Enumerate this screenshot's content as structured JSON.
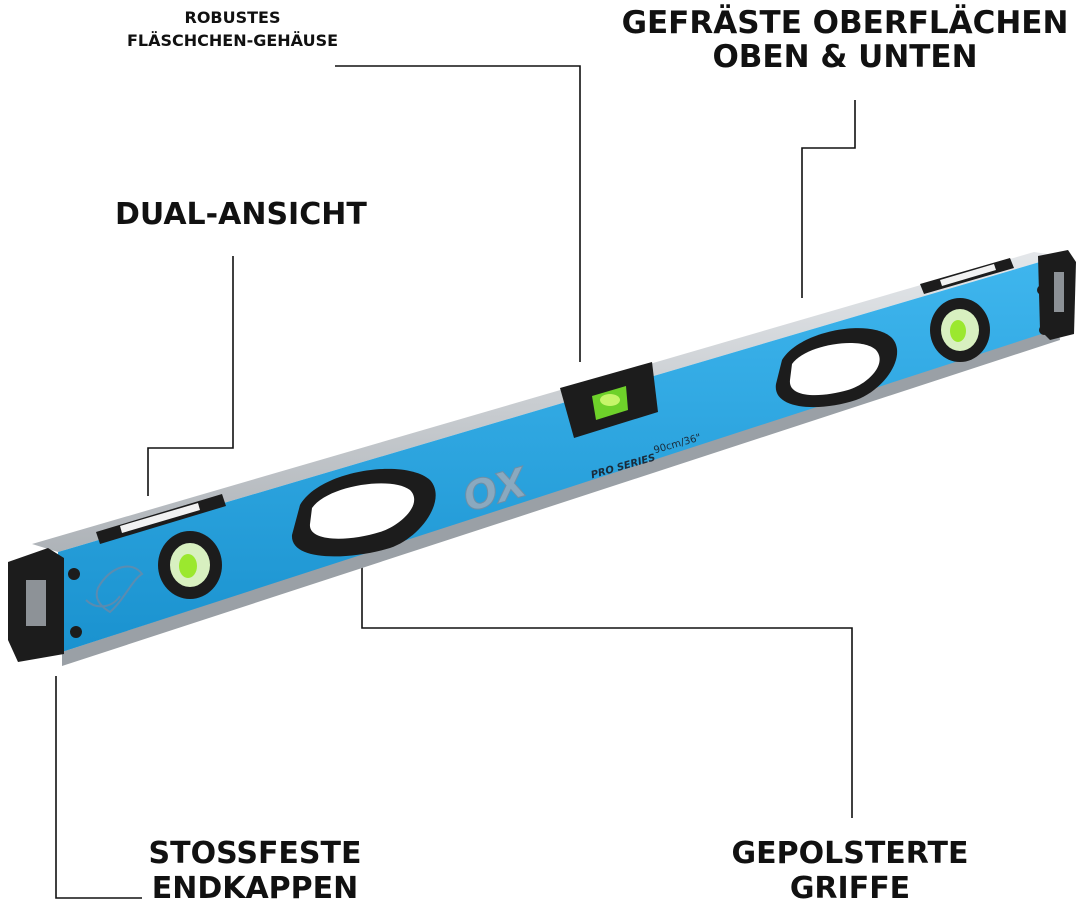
{
  "callouts": {
    "housing": {
      "line1": "ROBUSTES",
      "line2": "FLÄSCHCHEN-GEHÄUSE"
    },
    "surfaces": {
      "line1": "GEFRÄSTE OBERFLÄCHEN",
      "line2": "OBEN & UNTEN"
    },
    "dual_view": {
      "line1": "DUAL-ANSICHT"
    },
    "end_caps": {
      "line1": "STOSSFESTE",
      "line2": "ENDKAPPEN"
    },
    "grips": {
      "line1": "GEPOLSTERTE",
      "line2": "GRIFFE"
    }
  },
  "product": {
    "brand": "OX",
    "series": "PRO SERIES",
    "size": "90cm/36\""
  },
  "colors": {
    "body_blue": "#1f9fde",
    "aluminium": "#c9cdd1",
    "rubber": "#1c1c1c",
    "bubble": "#9be82e",
    "leader_line": "#111111"
  },
  "icons": {
    "logo": "ox-head-icon"
  }
}
